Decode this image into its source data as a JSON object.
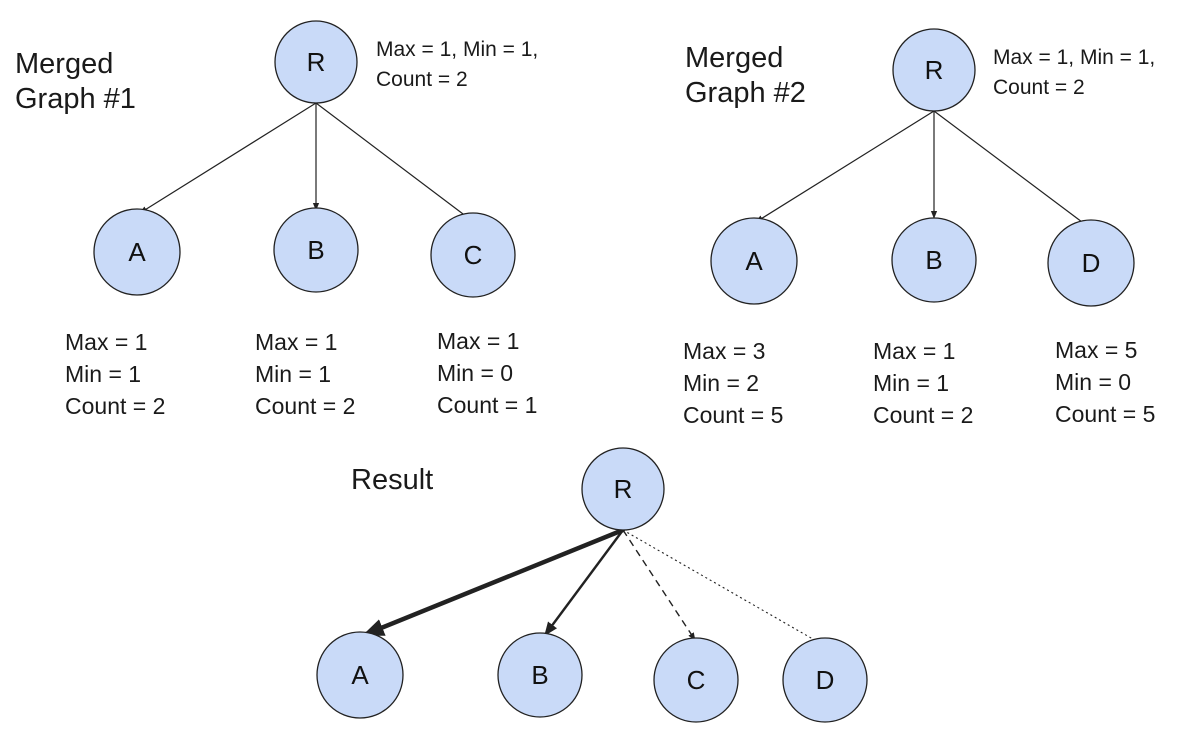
{
  "graph1": {
    "title_lines": [
      "Merged",
      "Graph #1"
    ],
    "root": {
      "label": "R",
      "stats_lines": [
        "Max = 1, Min = 1,",
        "Count = 2"
      ]
    },
    "children": [
      {
        "label": "A",
        "stats_lines": [
          "Max = 1",
          "Min = 1",
          "Count = 2"
        ]
      },
      {
        "label": "B",
        "stats_lines": [
          "Max = 1",
          "Min = 1",
          "Count = 2"
        ]
      },
      {
        "label": "C",
        "stats_lines": [
          "Max = 1",
          "Min = 0",
          "Count = 1"
        ]
      }
    ]
  },
  "graph2": {
    "title_lines": [
      "Merged",
      "Graph #2"
    ],
    "root": {
      "label": "R",
      "stats_lines": [
        "Max = 1, Min = 1,",
        "Count = 2"
      ]
    },
    "children": [
      {
        "label": "A",
        "stats_lines": [
          "Max = 3",
          "Min = 2",
          "Count = 5"
        ]
      },
      {
        "label": "B",
        "stats_lines": [
          "Max = 1",
          "Min = 1",
          "Count = 2"
        ]
      },
      {
        "label": "D",
        "stats_lines": [
          "Max = 5",
          "Min = 0",
          "Count = 5"
        ]
      }
    ]
  },
  "result": {
    "title": "Result",
    "root": {
      "label": "R"
    },
    "children": [
      {
        "label": "A",
        "edge_style": "thick"
      },
      {
        "label": "B",
        "edge_style": "medium"
      },
      {
        "label": "C",
        "edge_style": "dashed"
      },
      {
        "label": "D",
        "edge_style": "dotted"
      }
    ]
  },
  "colors": {
    "node_fill": "#c9daf8",
    "node_stroke": "#222222"
  }
}
